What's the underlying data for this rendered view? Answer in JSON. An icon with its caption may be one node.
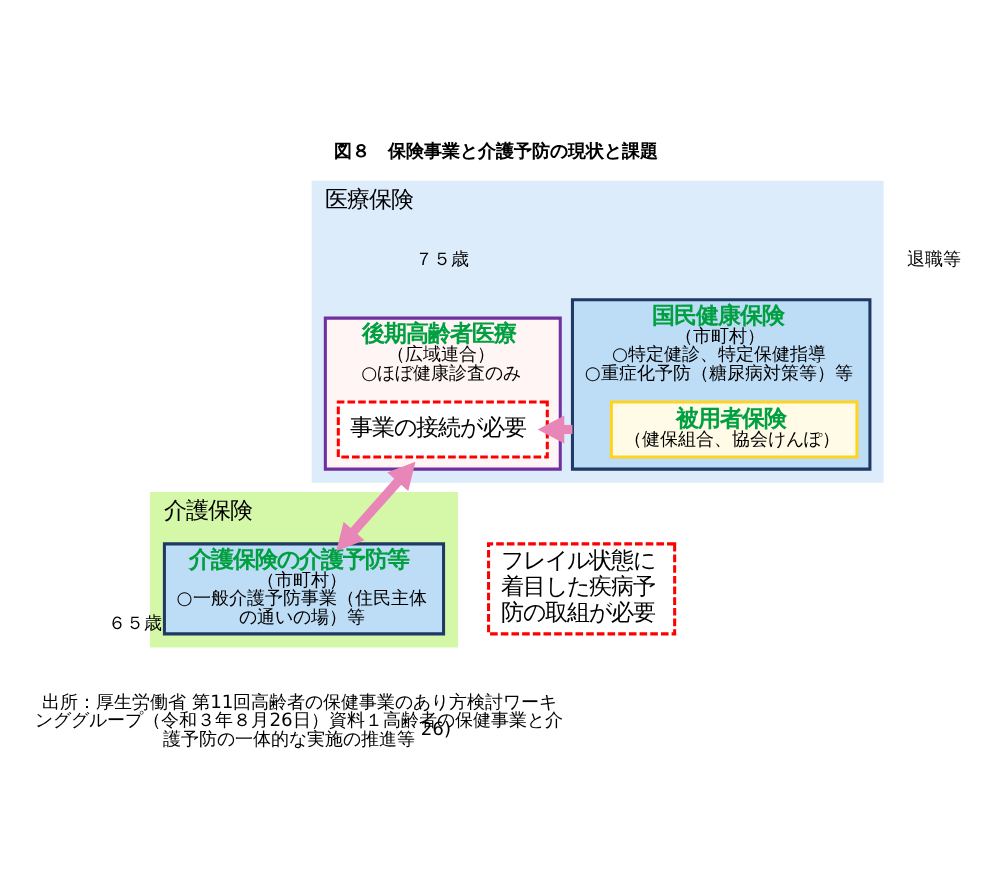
{
  "diagram": {
    "title": "図８　保険事業と介護予防の現状と課題",
    "caption": "出所：厚生労働省 第11回高齢者の保健事業のあり方検討ワーキンググループ（令和３年８月26日）資料１高齢者の保健事業と介護予防の一体的な実施の推進等$^{26)}$",
    "nodes": [
      {
        "text": [
          "医療保険"
        ]
      },
      {
        "text": [
          "国民健康保険",
          "（市町村）",
          "○特定健診、特定保健指導",
          "○重症化予防（糖尿病対策等）等"
        ],
        "in": 0
      },
      {
        "text": [
          "被用者保険",
          "（健保組合、協会けんぽ）"
        ],
        "in": 1
      },
      {
        "text": [
          "後期高齢者医療",
          "（広域連合）",
          "○ほぼ健康診査のみ"
        ],
        "in": 0,
        "beside": [
          "７５歳"
        ]
      },
      {
        "text": [
          "事業の接続が必要"
        ],
        "in": 3
      },
      {
        "text": [
          "介護保険"
        ]
      },
      {
        "text": [
          "介護保険の介護予防等",
          "（市町村）",
          "○一般介護予防事業（住民主体の通いの場）等"
        ],
        "in": 5,
        "beside": [
          "６５歳"
        ]
      },
      {
        "text": [
          "フレイル状態に着目した疾病予防の取組が必要"
        ]
      }
    ],
    "edges": [
      {
        "from": 1,
        "to": 4,
        "arrow": "to"
      },
      {
        "from": 3,
        "to": 6,
        "arrow": "both"
      }
    ],
    "labels": [
      "退職等"
    ]
  }
}
